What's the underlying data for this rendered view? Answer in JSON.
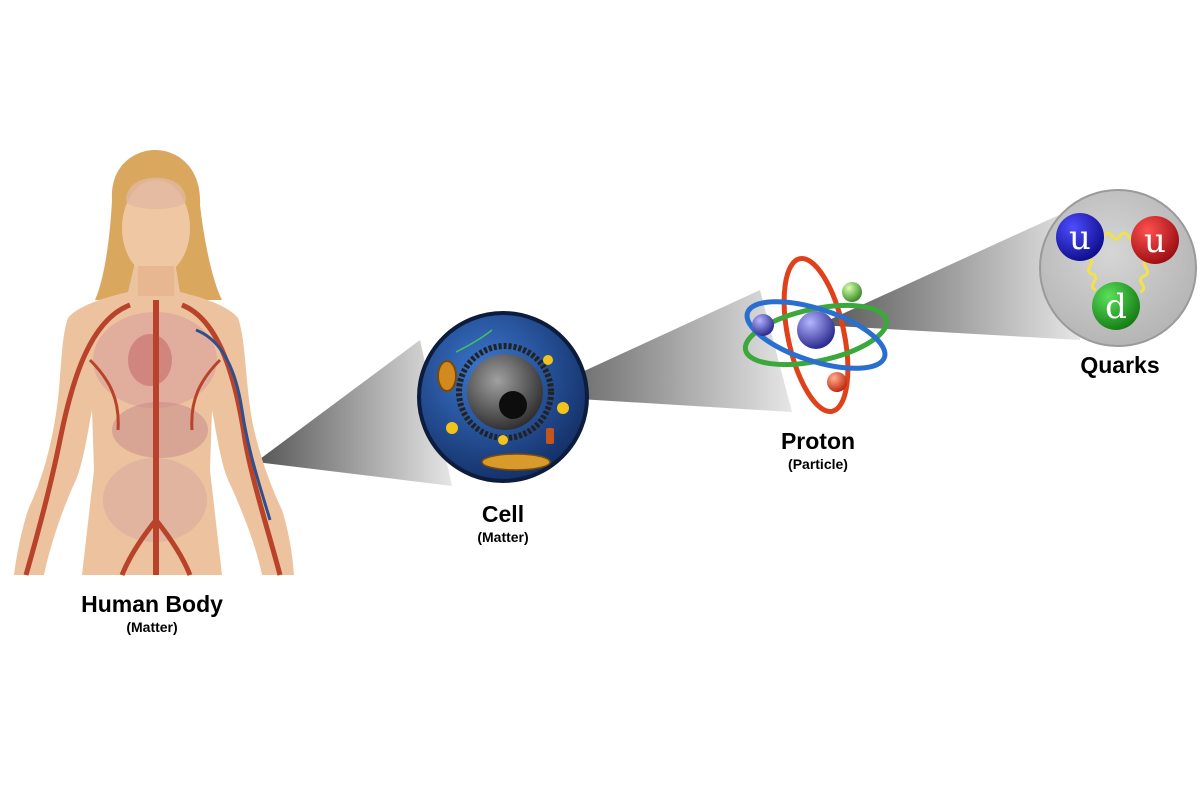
{
  "stages": [
    {
      "id": "human-body",
      "title": "Human Body",
      "subtitle": "(Matter)"
    },
    {
      "id": "cell",
      "title": "Cell",
      "subtitle": "(Matter)"
    },
    {
      "id": "proton",
      "title": "Proton",
      "subtitle": "(Particle)"
    },
    {
      "id": "quarks",
      "title": "Quarks",
      "subtitle": ""
    }
  ],
  "quarks": [
    {
      "letter": "u",
      "color": "#1414b4"
    },
    {
      "letter": "u",
      "color": "#c8141e"
    },
    {
      "letter": "d",
      "color": "#1ea51e"
    }
  ],
  "colors": {
    "cell_body": "#1f4f9e",
    "nucleus": "#3a3a3a",
    "skin": "#e8b993",
    "vessel": "#b8432a",
    "vein": "#2f4f8f",
    "hair": "#d9a75e",
    "zoom_cone": "#8c8c8c",
    "quark_circle": "#c8c8c8"
  }
}
